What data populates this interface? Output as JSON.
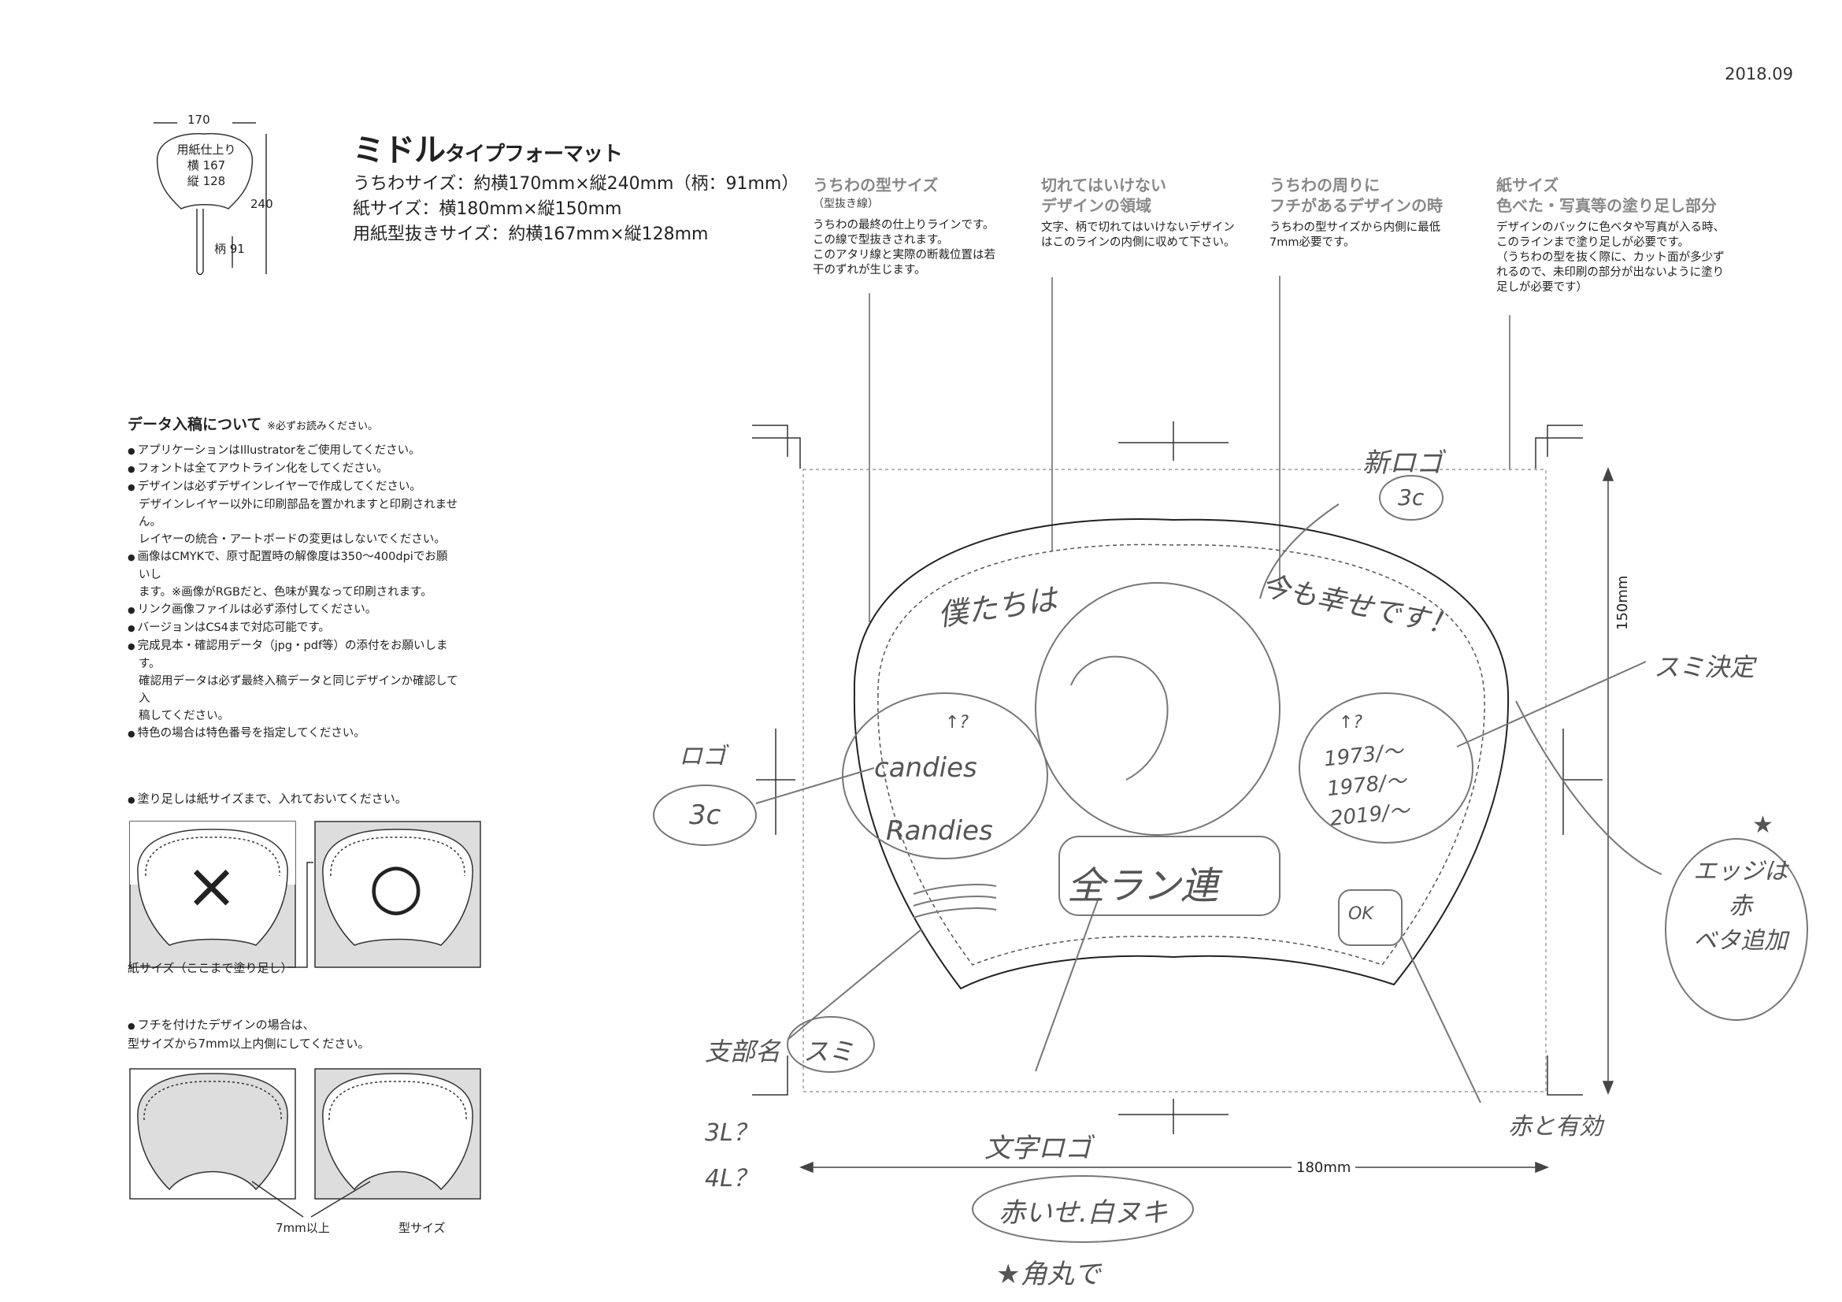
{
  "header": {
    "date": "2018.09",
    "title_main": "ミドル",
    "title_sub": "タイプフォーマット",
    "specs": [
      "うちわサイズ：約横170mm×縦240mm（柄：91mm）",
      "紙サイズ：横180mm×縦150mm",
      "用紙型抜きサイズ：約横167mm×縦128mm"
    ]
  },
  "thumbnail": {
    "width_label": "170",
    "height_label": "240",
    "inner_text": [
      "用紙仕上り",
      "横 167",
      "縦 128"
    ],
    "handle_label": "柄 91"
  },
  "columns": [
    {
      "heading": "うちわの型サイズ",
      "subheading": "（型抜き線）",
      "body": "うちわの最終の仕上りラインです。\nこの線で型抜きされます。\nこのアタリ線と実際の断裁位置は若\n干のずれが生じます。"
    },
    {
      "heading": "切れてはいけない\nデザインの領域",
      "subheading": "",
      "body": "文字、柄で切れてはいけないデザイン\nはこのラインの内側に収めて下さい。"
    },
    {
      "heading": "うちわの周りに\nフチがあるデザインの時",
      "subheading": "",
      "body": "うちわの型サイズから内側に最低\n7mm必要です。"
    },
    {
      "heading": "紙サイズ\n色べた・写真等の塗り足し部分",
      "subheading": "",
      "body": "デザインのバックに色ベタや写真が入る時、\nこのラインまで塗り足しが必要です。\n（うちわの型を抜く際に、カット面が多少ず\nれるので、未印刷の部分が出ないように塗り\n足しが必要です）"
    }
  ],
  "notes": {
    "title": "データ入稿について",
    "title_note": "※必ずお読みください。",
    "items": [
      "アプリケーションはIllustratorをご使用してください。",
      "フォントは全てアウトライン化をしてください。",
      "デザインは必ずデザインレイヤーで作成してください。\nデザインレイヤー以外に印刷部品を置かれますと印刷されません。\nレイヤーの統合・アートボードの変更はしないでください。",
      "画像はCMYKで、原寸配置時の解像度は350～400dpiでお願いし\nます。※画像がRGBだと、色味が異なって印刷されます。",
      "リンク画像ファイルは必ず添付してください。",
      "バージョンはCS4まで対応可能です。",
      "完成見本・確認用データ（jpg・pdf等）の添付をお願いします。\n確認用データは必ず最終入稿データと同じデザインか確認して入\n稿してください。",
      "特色の場合は特色番号を指定してください。"
    ]
  },
  "bleed_example": {
    "heading": "塗り足しは紙サイズまで、入れておいてください。",
    "bad_mark": "×",
    "good_mark": "○",
    "caption": "紙サイズ（ここまで塗り足し）"
  },
  "border_example": {
    "heading": "フチを付けたデザインの場合は、\n型サイズから7mm以上内側にしてください。",
    "label_7mm": "7mm以上",
    "label_die": "型サイズ"
  },
  "dimensions": {
    "width": "180mm",
    "height": "150mm"
  },
  "handwriting": {
    "top_logo": "新ロゴ",
    "top_logo_circle": "3c",
    "left_logo": "ロゴ",
    "left_logo_circle": "3c",
    "arc_text_left": "僕たちは",
    "arc_text_right": "今も幸せです！",
    "brand_1": "candies",
    "brand_2": "Randies",
    "left_q": "↑?",
    "years_q": "↑?",
    "years": [
      "1973/～",
      "1978/～",
      "2019/～"
    ],
    "sumi_note": "スミ決定",
    "center_box": "全ラン連",
    "small_box": "OK",
    "edge_note": "エッジは\n赤\nベタ追加",
    "branch": "支部名",
    "branch_circle": "スミ",
    "size_q": "3L？\n4L？",
    "text_logo": "文字ロゴ",
    "text_logo_circle": "赤いせ.白ヌキ",
    "corner_note": "★角丸で",
    "red_note": "赤と有効",
    "star": "★"
  }
}
